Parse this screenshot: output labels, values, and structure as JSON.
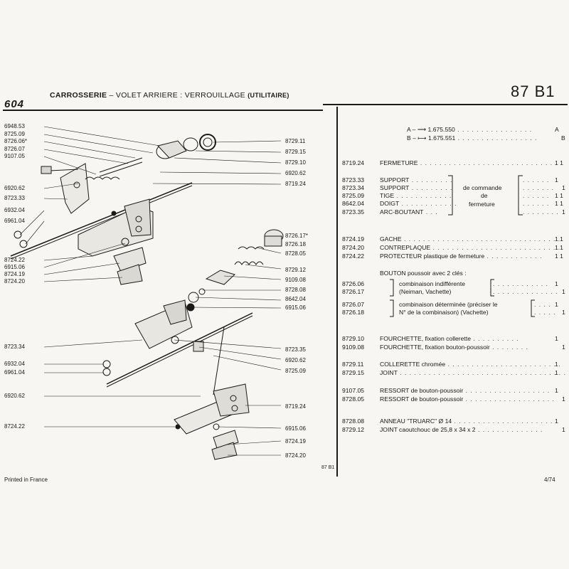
{
  "header": {
    "logo": "604",
    "title_strong": "CARROSSERIE",
    "title_rest": "– VOLET ARRIERE : VERROUILLAGE",
    "title_suffix": "(UTILITAIRE)",
    "page_ref": "87 B1"
  },
  "diagram": {
    "labels_left": [
      "6948.53",
      "8725.09",
      "8726.06*",
      "8726.07",
      "9107.05",
      "6920.62",
      "8723.33",
      "6932.04",
      "6961.04",
      "8724.22",
      "6915.06",
      "8724.19",
      "8724.20",
      "8723.34",
      "6932.04",
      "6961.04",
      "6920.62",
      "8724.22"
    ],
    "labels_right": [
      "8729.11",
      "8729.15",
      "8729.10",
      "6920.62",
      "8719.24",
      "8726.17*",
      "8726.18",
      "8728.05",
      "8729.12",
      "9109.08",
      "8728.08",
      "8642.04",
      "6915.06",
      "8723.35",
      "6920.62",
      "8725.09",
      "8719.24",
      "6915.06",
      "8724.19",
      "8724.20"
    ],
    "bottom_ref": "87 B1"
  },
  "variants": {
    "a_label": "A –",
    "a_code": "1.675.550",
    "a_letter": "A",
    "b_label": "B –",
    "b_code": "1.675.551",
    "b_letter": "B"
  },
  "parts": {
    "fermeture": {
      "code": "8719.24",
      "name": "FERMETURE",
      "qty": "1 1"
    },
    "support_group": {
      "rows": [
        {
          "code": "8723.33",
          "name": "SUPPORT",
          "qty": "1"
        },
        {
          "code": "8723.34",
          "name": "SUPPORT",
          "qty": "1"
        },
        {
          "code": "8725.09",
          "name": "TIGE",
          "qty": "1 1"
        },
        {
          "code": "8642.04",
          "name": "DOIGT",
          "qty": "1 1"
        },
        {
          "code": "8723.35",
          "name": "ARC-BOUTANT",
          "qty": "1"
        }
      ],
      "middle_1": "de commande",
      "middle_2": "de",
      "middle_3": "fermeture"
    },
    "gache": [
      {
        "code": "8724.19",
        "name": "GACHE",
        "qty": "1 1"
      },
      {
        "code": "8724.20",
        "name": "CONTREPLAQUE",
        "qty": "1 1"
      },
      {
        "code": "8724.22",
        "name": "PROTECTEUR plastique de fermeture",
        "qty": "1 1"
      }
    ],
    "bouton": {
      "heading": "BOUTON poussoir avec 2 clés :",
      "g1_codes": [
        "8726.06",
        "8726.17"
      ],
      "g1_line1": "combinaison indifférente",
      "g1_line2": "(Neiman, Vachette)",
      "g1_qty": [
        "1",
        "1"
      ],
      "g2_codes": [
        "8726.07",
        "8726.18"
      ],
      "g2_line1": "combinaison déterminée (préciser le",
      "g2_line2": "N° de la combinaison) (Vachette)",
      "g2_qty": [
        "1",
        "1"
      ]
    },
    "fourchette": [
      {
        "code": "8729.10",
        "name": "FOURCHETTE, fixation collerette",
        "qty": "1"
      },
      {
        "code": "9109.08",
        "name": "FOURCHETTE, fixation bouton-poussoir",
        "qty": "1"
      }
    ],
    "collerette": [
      {
        "code": "8729.11",
        "name": "COLLERETTE chromée",
        "qty": "1"
      },
      {
        "code": "8729.15",
        "name": "JOINT",
        "qty": "1"
      }
    ],
    "ressort": [
      {
        "code": "9107.05",
        "name": "RESSORT de bouton-poussoir",
        "qty": "1"
      },
      {
        "code": "8728.05",
        "name": "RESSORT de bouton-poussoir",
        "qty": "1"
      }
    ],
    "anneau": [
      {
        "code": "8728.08",
        "name": "ANNEAU \"TRUARC\" Ø 14",
        "qty": "1"
      },
      {
        "code": "8729.12",
        "name": "JOINT caoutchouc de 25,8 x 34 x 2",
        "qty": "1"
      }
    ]
  },
  "footer": {
    "printed": "Printed in France",
    "page": "4/74"
  }
}
